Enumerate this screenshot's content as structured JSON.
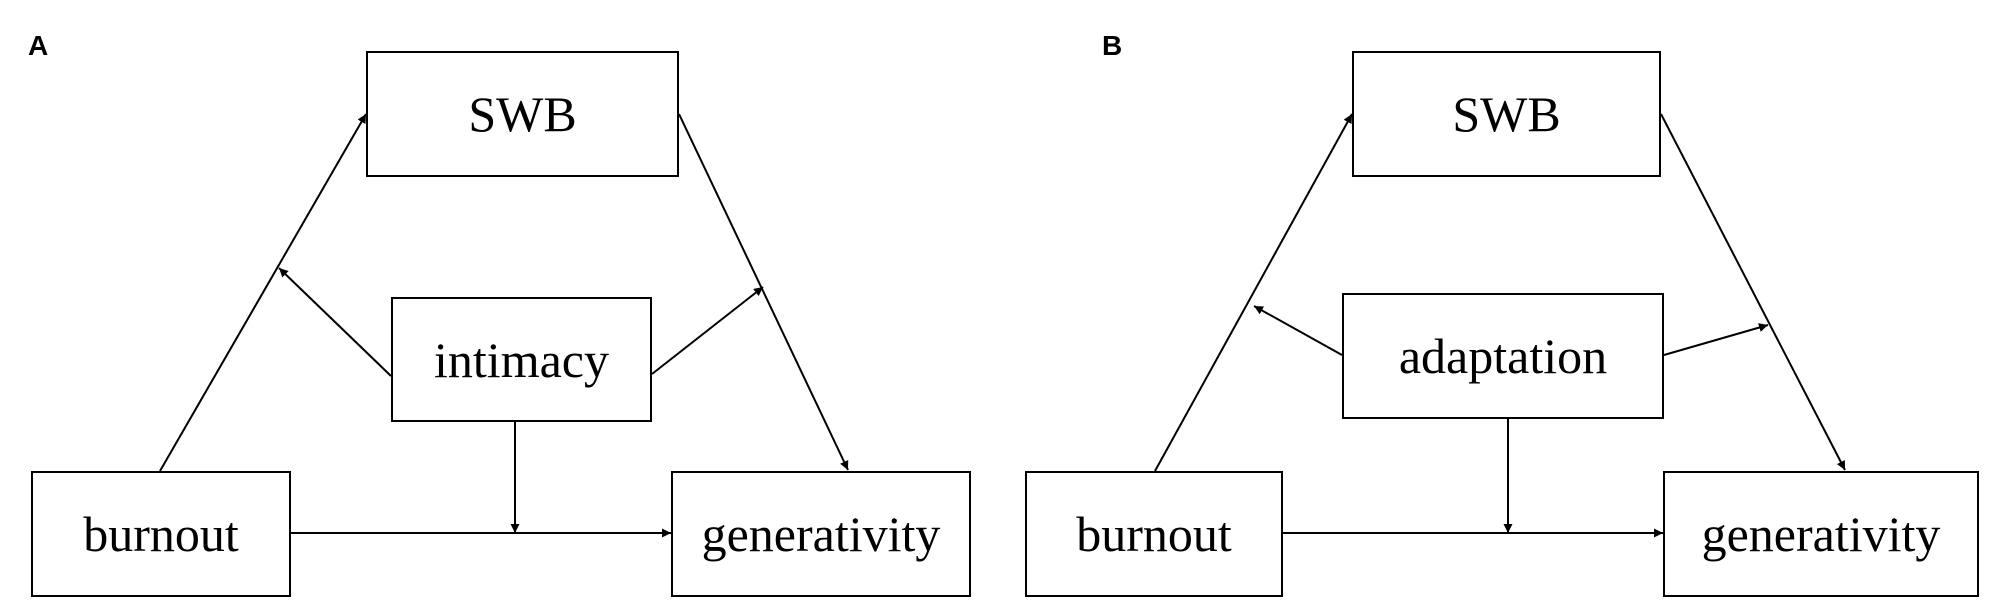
{
  "panels": [
    {
      "letter": "A",
      "nodes": {
        "swb": "SWB",
        "moderator": "intimacy",
        "burnout": "burnout",
        "generativity": "generativity"
      }
    },
    {
      "letter": "B",
      "nodes": {
        "swb": "SWB",
        "moderator": "adaptation",
        "burnout": "burnout",
        "generativity": "generativity"
      }
    }
  ]
}
